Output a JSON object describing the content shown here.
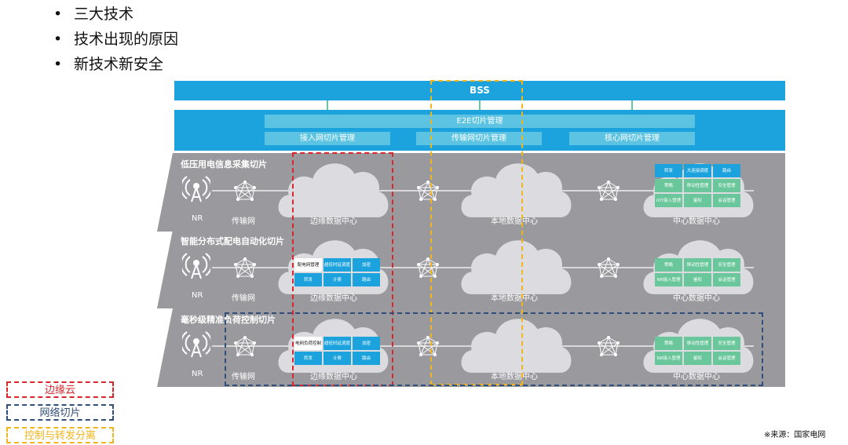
{
  "bullets": [
    "三大技术",
    "技术出现的原因",
    "新技术新安全"
  ],
  "bss": "BSS",
  "e2e": "E2E切片管理",
  "sub_management": [
    "接入网切片管理",
    "传输网切片管理",
    "核心网切片管理"
  ],
  "common_labels": {
    "nr": "NR",
    "transport": "传输网",
    "edge_dc": "边缘数据中心",
    "local_dc": "本地数据中心",
    "center_dc": "中心数据中心"
  },
  "slices": [
    {
      "title": "低压用电信息采集切片",
      "edge_cells": [],
      "center_cells": [
        {
          "text": "转发",
          "color": "b"
        },
        {
          "text": "大连接调度",
          "color": "b"
        },
        {
          "text": "路由",
          "color": "b"
        },
        {
          "text": "策略",
          "color": "g"
        },
        {
          "text": "移动性管理",
          "color": "g"
        },
        {
          "text": "安全管理",
          "color": "g"
        },
        {
          "text": "IOT接入管理",
          "color": "g"
        },
        {
          "text": "鉴权",
          "color": "g"
        },
        {
          "text": "会话管理",
          "color": "g"
        }
      ]
    },
    {
      "title": "智能分布式配电自动化切片",
      "edge_cells": [
        {
          "text": "配电网管理",
          "color": "w"
        },
        {
          "text": "超低时延调度",
          "color": "b"
        },
        {
          "text": "加密",
          "color": "b"
        },
        {
          "text": "转发",
          "color": "b"
        },
        {
          "text": "计费",
          "color": "b"
        },
        {
          "text": "路由",
          "color": "b"
        }
      ],
      "center_cells": [
        {
          "text": "策略",
          "color": "g"
        },
        {
          "text": "移动性管理",
          "color": "g"
        },
        {
          "text": "安全管理",
          "color": "g"
        },
        {
          "text": "NR接入管理",
          "color": "g"
        },
        {
          "text": "鉴权",
          "color": "g"
        },
        {
          "text": "会话管理",
          "color": "g"
        }
      ]
    },
    {
      "title": "毫秒级精准负荷控制切片",
      "edge_cells": [
        {
          "text": "电网负荷控制",
          "color": "w"
        },
        {
          "text": "超低时延调度",
          "color": "b"
        },
        {
          "text": "加密",
          "color": "b"
        },
        {
          "text": "转发",
          "color": "b"
        },
        {
          "text": "计费",
          "color": "b"
        },
        {
          "text": "路由",
          "color": "b"
        }
      ],
      "center_cells": [
        {
          "text": "策略",
          "color": "g"
        },
        {
          "text": "移动性管理",
          "color": "g"
        },
        {
          "text": "安全管理",
          "color": "g"
        },
        {
          "text": "NR接入管理",
          "color": "g"
        },
        {
          "text": "鉴权",
          "color": "g"
        },
        {
          "text": "会话管理",
          "color": "g"
        }
      ]
    }
  ],
  "legend": [
    {
      "label": "边缘云",
      "color": "#d9252b"
    },
    {
      "label": "网络切片",
      "color": "#2f4e7a"
    },
    {
      "label": "控制与转发分离",
      "color": "#f2b51c"
    }
  ],
  "source": "※来源：国家电网",
  "colors": {
    "bss_blue": "#1ca3de",
    "light_blue": "#5cc4e2",
    "slice_gray": "#9a9a9e",
    "cell_green": "#6ac79b",
    "edge_red": "#d9252b",
    "slice_navy": "#2f4e7a",
    "cu_orange": "#f2b51c"
  }
}
